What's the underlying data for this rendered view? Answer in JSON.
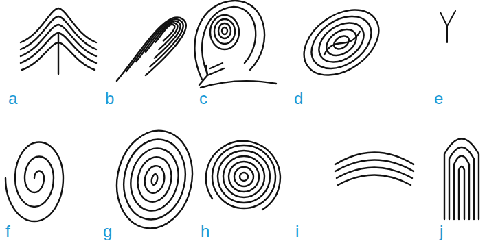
{
  "diagram": {
    "labels": [
      "a",
      "b",
      "c",
      "d",
      "e",
      "f",
      "g",
      "h",
      "i",
      "j"
    ]
  }
}
